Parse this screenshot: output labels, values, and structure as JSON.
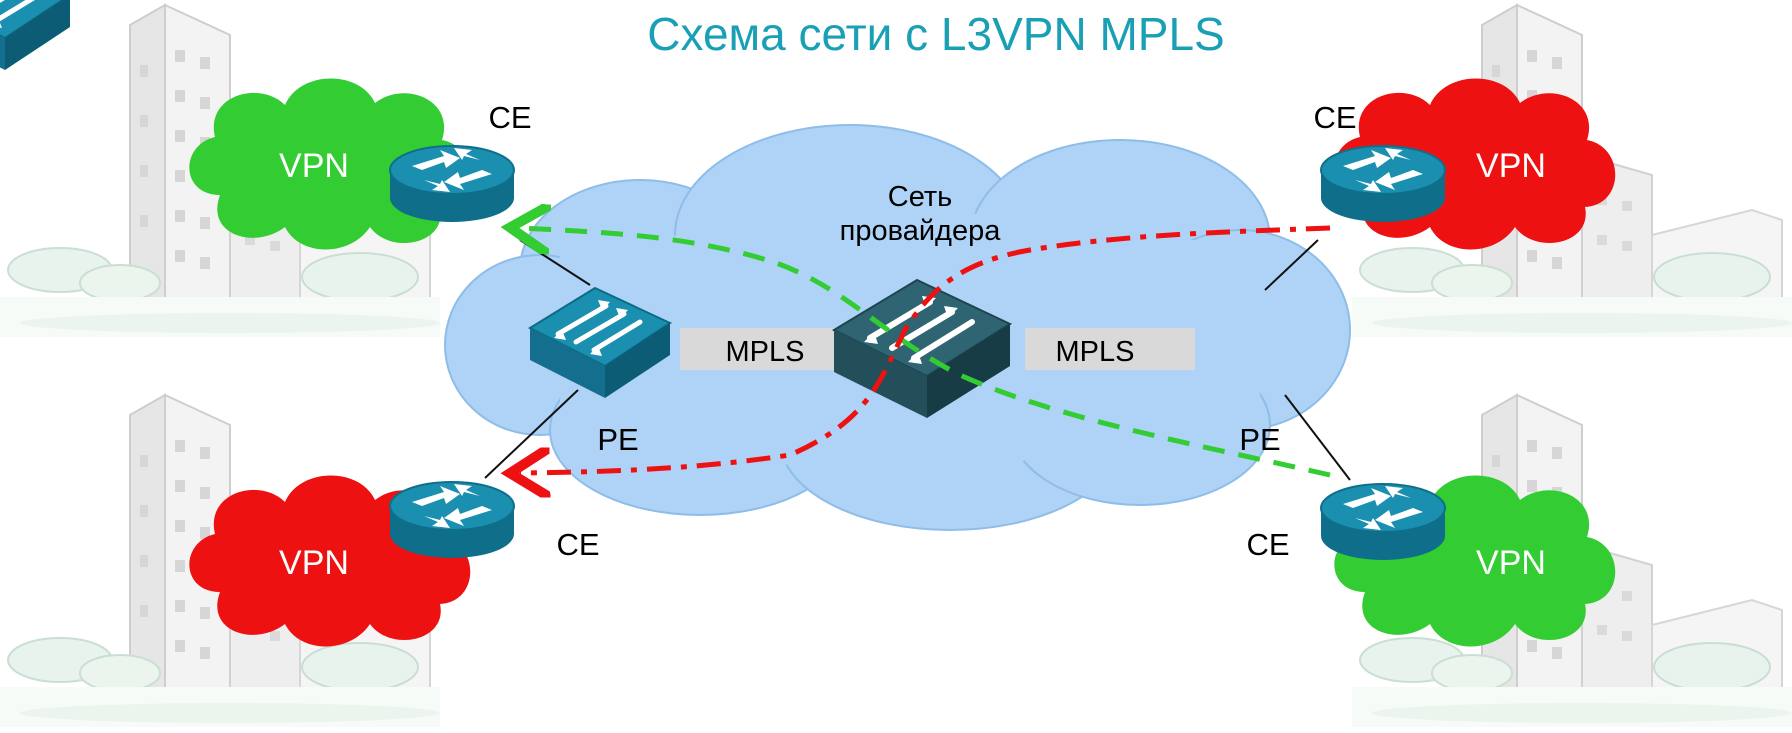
{
  "title": "Схема сети с L3VPN MPLS",
  "core_network": {
    "label_line1": "Сеть",
    "label_line2": "провайдера"
  },
  "links": {
    "left": "MPLS",
    "right": "MPLS"
  },
  "pe": {
    "left": "PE",
    "right": "PE"
  },
  "sites": {
    "top_left": {
      "ce": "CE",
      "vpn": "VPN"
    },
    "top_right": {
      "ce": "CE",
      "vpn": "VPN"
    },
    "bottom_left": {
      "ce": "CE",
      "vpn": "VPN"
    },
    "bottom_right": {
      "ce": "CE",
      "vpn": "VPN"
    }
  },
  "colors": {
    "title": "#1aa0b5",
    "vpn_green": "#33cc33",
    "vpn_red": "#ee1111",
    "core_cloud": "#aed3f7",
    "pe_switch": "#1a8fb0",
    "core_switch": "#2c5f6d",
    "router": "#1a8fb0",
    "green_path": "#33cc33",
    "red_path": "#ee1111"
  }
}
